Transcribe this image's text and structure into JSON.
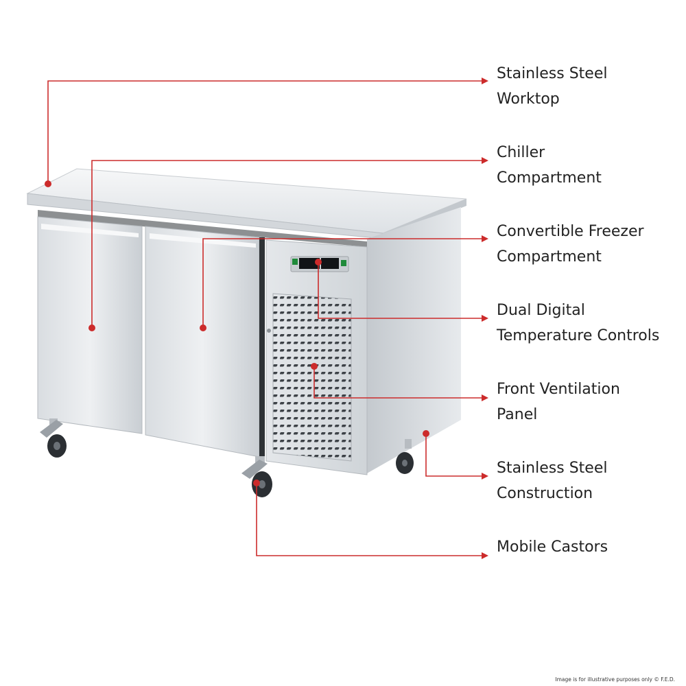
{
  "colors": {
    "leader": "#cc2b2b",
    "steel_light": "#eceff2",
    "steel_mid": "#cdd2d7",
    "steel_dark": "#9aa1a8"
  },
  "callouts": [
    {
      "id": "worktop",
      "lines": [
        "Stainless Steel",
        "Worktop"
      ]
    },
    {
      "id": "chiller",
      "lines": [
        "Chiller",
        "Compartment"
      ]
    },
    {
      "id": "freezer",
      "lines": [
        "Convertible Freezer",
        "Compartment"
      ]
    },
    {
      "id": "controls",
      "lines": [
        "Dual Digital",
        "Temperature Controls"
      ]
    },
    {
      "id": "ventilation",
      "lines": [
        "Front Ventilation",
        "Panel"
      ]
    },
    {
      "id": "construction",
      "lines": [
        "Stainless Steel",
        "Construction"
      ]
    },
    {
      "id": "castors",
      "lines": [
        "Mobile Castors"
      ]
    }
  ],
  "disclaimer": "Image is for illustrative purposes only  © F.E.D."
}
